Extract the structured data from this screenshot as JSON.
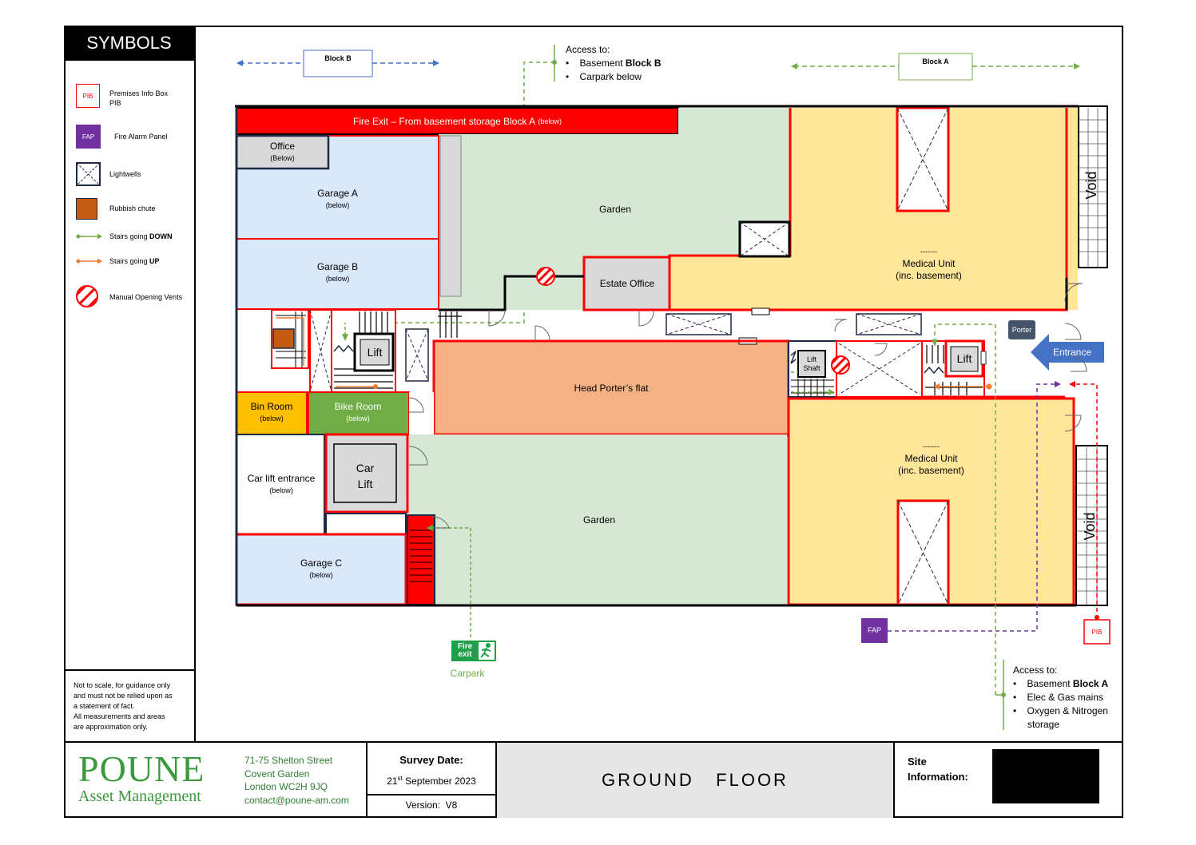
{
  "symbols": {
    "title": "SYMBOLS",
    "pib_icon": "PIB",
    "pib_label": "Premises Info Box PIB",
    "fap_icon": "FAP",
    "fap_label": "Fire Alarm Panel",
    "lightwells_label": "Lightwells",
    "rubbish_label": "Rubbish chute",
    "stairs_down_prefix": "Stairs going ",
    "stairs_down_bold": "DOWN",
    "stairs_up_prefix": "Stairs going ",
    "stairs_up_bold": "UP",
    "vents_label": "Manual Opening Vents",
    "note_lines": [
      "Not to scale, for guidance only",
      "and must not be relied upon as",
      "a statement of fact.",
      "All measurements and areas",
      "are approximation only."
    ]
  },
  "top": {
    "block_b": "Block B",
    "block_a": "Block A",
    "access_title": "Access to:",
    "access_items": [
      {
        "prefix": "Basement ",
        "bold": "Block B"
      },
      {
        "prefix": "Carpark below",
        "bold": ""
      }
    ]
  },
  "rooms": {
    "fire_exit_banner": "Fire Exit – From basement storage Block A",
    "fire_exit_banner_small": "(below)",
    "office": "Office",
    "office_sub": "(Below)",
    "garage_a": "Garage A",
    "garage_a_sub": "(below)",
    "garage_b": "Garage B",
    "garage_b_sub": "(below)",
    "garden_top": "Garden",
    "estate_office": "Estate Office",
    "medical_top_dash": "-------",
    "medical_top": "Medical Unit",
    "medical_top_sub": "(inc. basement)",
    "void_top": "Void",
    "lift_left": "Lift",
    "head_porter": "Head Porter’s flat",
    "lift_shaft": "Lift Shaft",
    "lift_right": "Lift",
    "porter": "Porter",
    "entrance": "Entrance",
    "bin_room": "Bin Room",
    "bin_room_sub": "(below)",
    "bike_room": "Bike Room",
    "bike_room_sub": "(below)",
    "car_lift_entrance": "Car lift entrance",
    "car_lift_entrance_sub": "(below)",
    "car_lift": "Car Lift",
    "garden_bottom": "Garden",
    "garage_c": "Garage C",
    "garage_c_sub": "(below)",
    "medical_bottom_dash": "-------",
    "medical_bottom": "Medical Unit",
    "medical_bottom_sub": "(inc. basement)",
    "void_bottom": "Void",
    "fap": "FAP",
    "pib": "PIB",
    "fire_exit_sign": "Fire exit",
    "carpark": "Carpark"
  },
  "access_bottom": {
    "title": "Access to:",
    "items": [
      {
        "prefix": "Basement ",
        "bold": "Block A"
      },
      {
        "prefix": "Elec & Gas mains",
        "bold": ""
      },
      {
        "prefix": "Oxygen & Nitrogen",
        "bold": ""
      },
      {
        "prefix": "storage",
        "bold": ""
      }
    ]
  },
  "footer": {
    "logo_line1": "POUNE",
    "logo_line2": "Asset Management",
    "address_lines": [
      "71-75 Shelton Street",
      "Covent Garden",
      "London WC2H 9JQ",
      "contact@poune-am.com"
    ],
    "survey_label": "Survey Date:",
    "survey_day": "21",
    "survey_sup": "st",
    "survey_rest": " September 2023",
    "version_label": "Version:",
    "version_value": "V8",
    "floor_title": "GROUND   FLOOR",
    "site_info": "Site Information:"
  },
  "colors": {
    "red": "#ff0000",
    "garden": "#d5e8d4",
    "garage": "#dae8fc",
    "medical": "#ffe699",
    "porter_flat": "#f4b183",
    "bin": "#ffc000",
    "bike": "#70ad47",
    "fap": "#7030a0",
    "green_line": "#70ad47",
    "orange_line": "#ed7d31",
    "blue_arrow": "#4472c4",
    "logo_green": "#3a9a3a"
  }
}
